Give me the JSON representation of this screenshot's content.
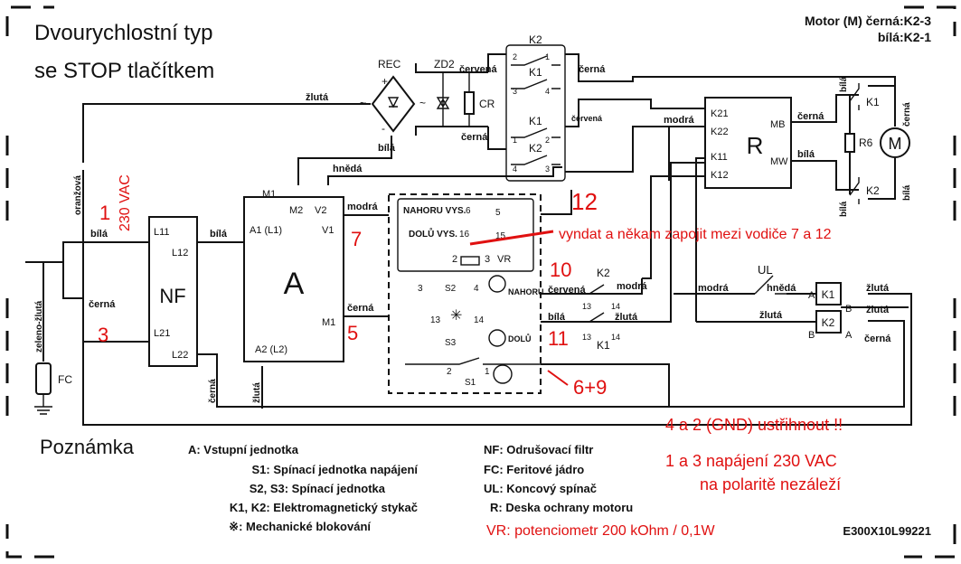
{
  "title": {
    "line1": "Dvourychlostní typ",
    "line2": "se STOP tlačítkem"
  },
  "motor_header": {
    "line1": "Motor (M) černá:K2-3",
    "line2": "bílá:K2-1"
  },
  "blocks": {
    "rec": "REC",
    "zd2": "ZD2",
    "cr": "CR",
    "nf": "NF",
    "a": "A",
    "r": "R",
    "r6": "R6",
    "m": "M",
    "fc": "FC",
    "ul": "UL",
    "vr": "VR",
    "s1": "S1",
    "s2": "S2",
    "s3": "S3",
    "k1": "K1",
    "k2": "K2"
  },
  "terminals": {
    "nf": [
      "L11",
      "L12",
      "L21",
      "L22"
    ],
    "a": [
      "M1",
      "M2",
      "V2",
      "A1 (L1)",
      "V1",
      "M1",
      "A2 (L2)"
    ],
    "r": [
      "K21",
      "K22",
      "K11",
      "K12",
      "MB",
      "MW"
    ],
    "contact_numbers": [
      "2",
      "1",
      "3",
      "4",
      "5",
      "6",
      "13",
      "14",
      "15",
      "16"
    ],
    "coil_ab": [
      "A",
      "B"
    ],
    "plus_minus": [
      "+",
      "-",
      "~",
      "~"
    ]
  },
  "wire_labels": {
    "zluta": "žlutá",
    "bila": "bílá",
    "cervena": "červená",
    "cerna": "černá",
    "hneda": "hnědá",
    "modra": "modrá",
    "oranzova": "oranžová",
    "zeleno_zluta": "zeleno-žlutá"
  },
  "switch_labels": {
    "nahoru_vys": "NAHORU VYS.",
    "dolu_vys": "DOLŮ VYS.",
    "nahoru": "NAHORU",
    "dolu": "DOLŮ"
  },
  "annotations": {
    "n1": "1",
    "n3": "3",
    "v230": "230 VAC",
    "n5": "5",
    "n7": "7",
    "n10": "10",
    "n11": "11",
    "n12": "12",
    "n69": "6+9",
    "vyndat": "vyndat a někam zapojit mezi vodiče 7 a 12",
    "gnd": "4 a 2 (GND) ustřihnout !!",
    "napajeni1": "1 a 3 napájení 230 VAC",
    "napajeni2": "na polaritě nezáleží",
    "vr_note": "VR: potenciometr 200 kOhm / 0,1W"
  },
  "legend": {
    "heading": "Poznámka",
    "left": [
      "A: Vstupní jednotka",
      "S1: Spínací jednotka napájení",
      "S2, S3: Spínací jednotka",
      "K1, K2: Elektromagnetický stykač",
      "※: Mechanické blokování"
    ],
    "right": [
      "NF: Odrušovací filtr",
      "FC: Feritové jádro",
      "UL: Koncový spínač",
      "R: Deska ochrany motoru"
    ]
  },
  "code": "E300X10L99221",
  "colors": {
    "annotation_red": "#e01010",
    "line": "#111111",
    "background": "#ffffff"
  }
}
